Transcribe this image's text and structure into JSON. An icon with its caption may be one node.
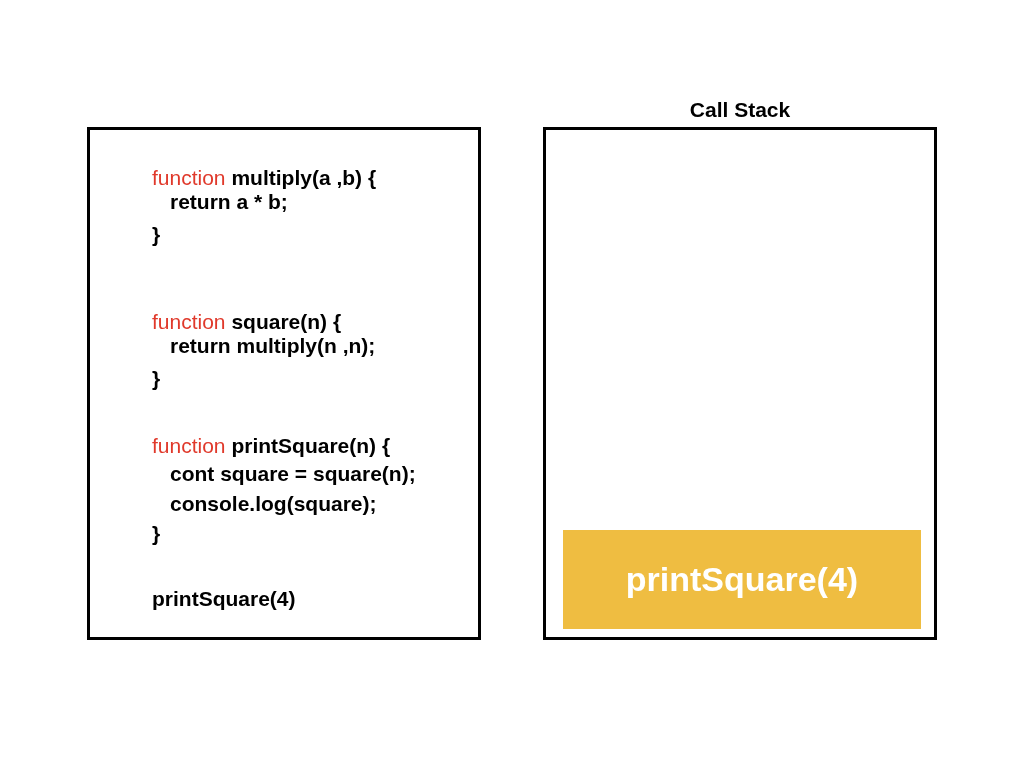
{
  "diagram": {
    "nodes": [
      {
        "text": [
          "function multiply(a ,b) {",
          "return a * b;",
          "}",
          "function square(n) {",
          "return multiply(n ,n);",
          "}",
          "function printSquare(n) {",
          "cont square = square(n);",
          "console.log(square);",
          "}",
          "printSquare(4)"
        ]
      },
      {
        "text": [
          "Call Stack"
        ]
      },
      {
        "text": [
          "printSquare(4)"
        ],
        "in": 1
      }
    ]
  }
}
